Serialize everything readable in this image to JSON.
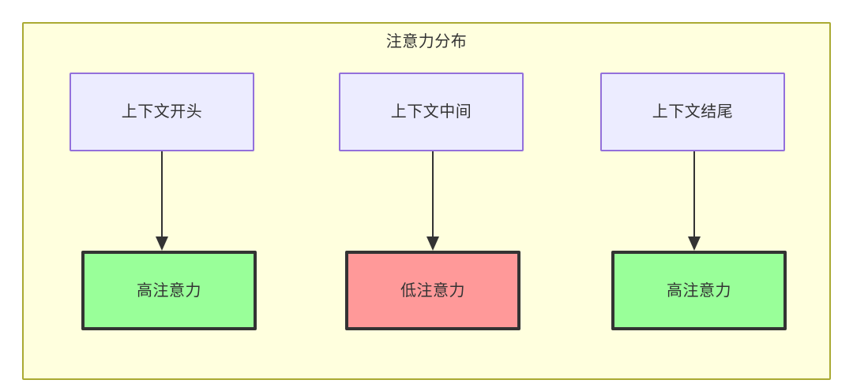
{
  "diagram": {
    "type": "flowchart",
    "title": "注意力分布",
    "container": {
      "fill": "#ffffde",
      "border": "#aaaa33"
    },
    "nodes": [
      {
        "id": "ctx_start",
        "label": "上下文开头",
        "group": "context",
        "fill": "#ececff",
        "border": "#9370db",
        "column": 1
      },
      {
        "id": "ctx_middle",
        "label": "上下文中间",
        "group": "context",
        "fill": "#ececff",
        "border": "#9370db",
        "column": 2
      },
      {
        "id": "ctx_end",
        "label": "上下文结尾",
        "group": "context",
        "fill": "#ececff",
        "border": "#9370db",
        "column": 3
      },
      {
        "id": "attn_high_1",
        "label": "高注意力",
        "group": "outcome",
        "fill": "#99ff99",
        "border": "#333333",
        "column": 1
      },
      {
        "id": "attn_low",
        "label": "低注意力",
        "group": "outcome",
        "fill": "#ff9999",
        "border": "#333333",
        "column": 2
      },
      {
        "id": "attn_high_2",
        "label": "高注意力",
        "group": "outcome",
        "fill": "#99ff99",
        "border": "#333333",
        "column": 3
      }
    ],
    "edges": [
      {
        "from": "ctx_start",
        "to": "attn_high_1",
        "label": "",
        "arrow": "down"
      },
      {
        "from": "ctx_middle",
        "to": "attn_low",
        "label": "",
        "arrow": "down"
      },
      {
        "from": "ctx_end",
        "to": "attn_high_2",
        "label": "",
        "arrow": "down"
      }
    ]
  }
}
